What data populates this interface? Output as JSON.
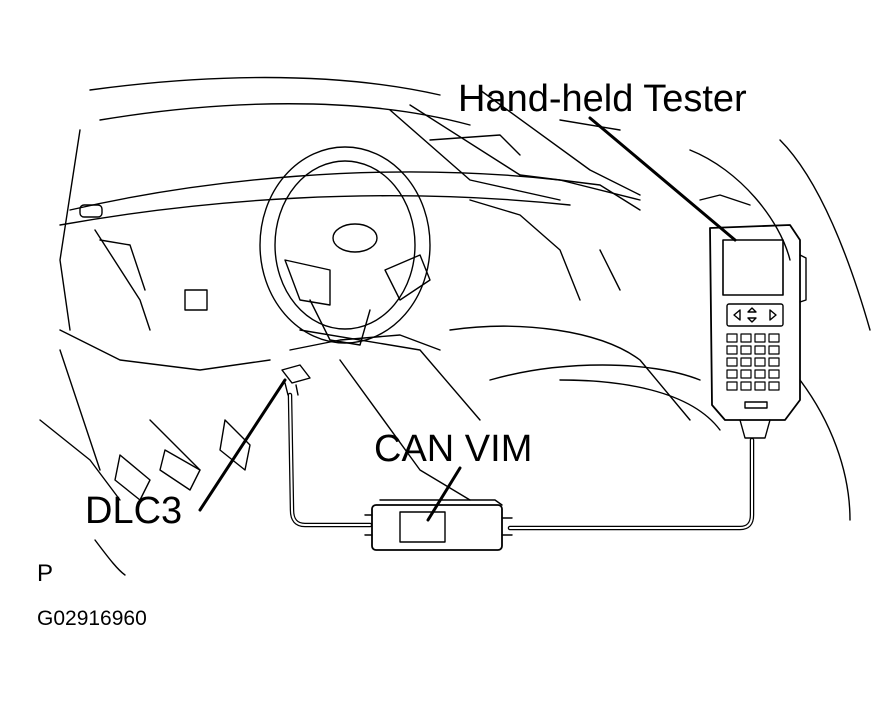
{
  "labels": {
    "tester": "Hand-held  Tester",
    "can_vim": "CAN VIM",
    "dlc3": "DLC3",
    "corner_mark": "P",
    "figure_code": "G02916960"
  },
  "colors": {
    "ink": "#000000",
    "paper": "#ffffff"
  }
}
